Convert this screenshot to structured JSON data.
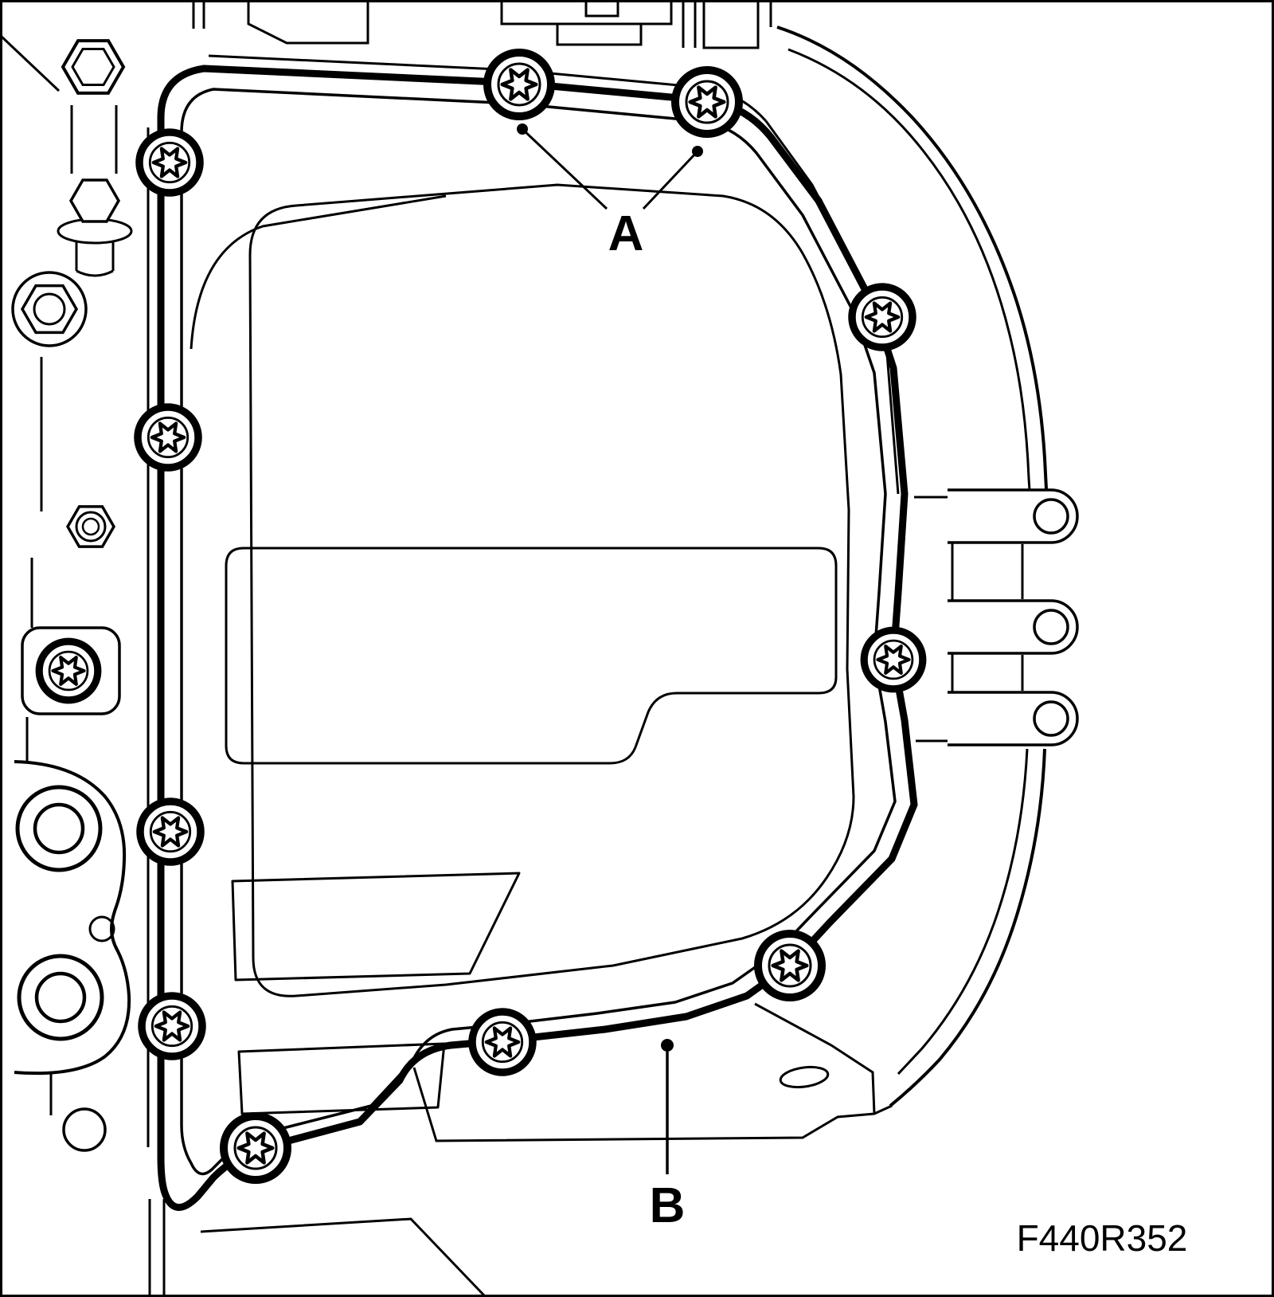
{
  "figure": {
    "callout_a": "A",
    "callout_b": "B",
    "code": "F440R352"
  },
  "colors": {
    "line": "#000000",
    "background": "#ffffff"
  }
}
